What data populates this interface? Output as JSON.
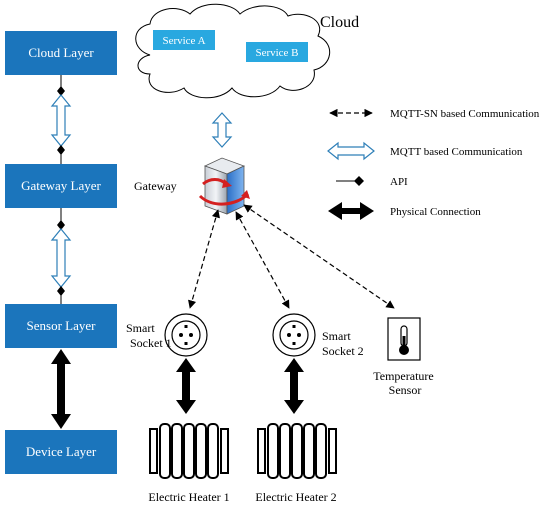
{
  "layers": [
    {
      "id": "cloud",
      "label": "Cloud Layer"
    },
    {
      "id": "gateway",
      "label": "Gateway Layer"
    },
    {
      "id": "sensor",
      "label": "Sensor Layer"
    },
    {
      "id": "device",
      "label": "Device Layer"
    }
  ],
  "cloud": {
    "title": "Cloud",
    "services": [
      "Service A",
      "Service B"
    ]
  },
  "gateway": {
    "label": "Gateway"
  },
  "devices": {
    "socket1": [
      "Smart",
      "Socket 1"
    ],
    "socket2": [
      "Smart",
      "Socket 2"
    ],
    "temp_sensor": [
      "Temperature",
      "Sensor"
    ],
    "heater1": "Electric Heater 1",
    "heater2": "Electric Heater 2"
  },
  "legend": [
    {
      "icon": "dashed-double-arrow-icon",
      "label": "MQTT-SN based Communication"
    },
    {
      "icon": "hollow-double-arrow-icon",
      "label": "MQTT based Communication"
    },
    {
      "icon": "api-diamond-icon",
      "label": "API"
    },
    {
      "icon": "thick-double-arrow-icon",
      "label": "Physical Connection"
    }
  ],
  "colors": {
    "layer_box": "#1b75bc",
    "service_box": "#29a8e0",
    "hollow_arrow": "#2e7fb8",
    "gateway_blue": "#2b6fc7",
    "gateway_red": "#d42020"
  }
}
